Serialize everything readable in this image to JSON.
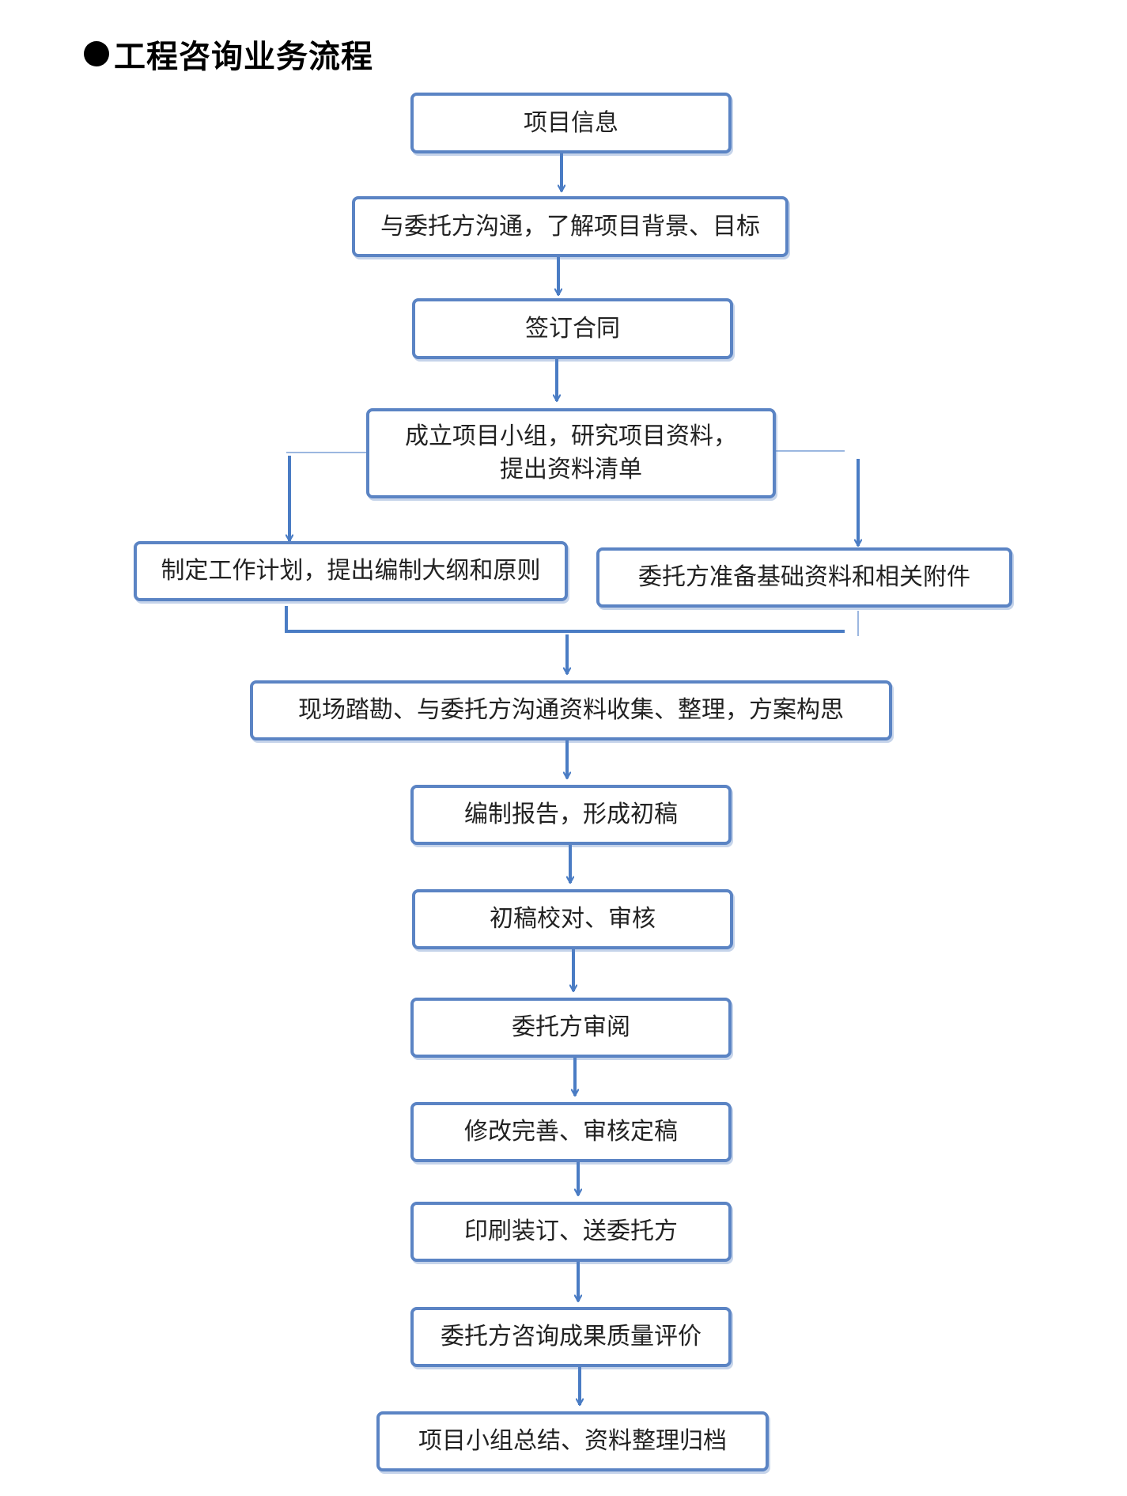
{
  "title": "工程咨询业务流程",
  "colors": {
    "box_border": "#5b84c4",
    "arrow": "#4a7cc4",
    "text": "#222222"
  },
  "nodes": [
    {
      "id": "n1",
      "label": "项目信息"
    },
    {
      "id": "n2",
      "label": "与委托方沟通，了解项目背景、目标"
    },
    {
      "id": "n3",
      "label": "签订合同"
    },
    {
      "id": "n4",
      "label": "成立项目小组，研究项目资料，\n提出资料清单"
    },
    {
      "id": "n5",
      "label": "制定工作计划，提出编制大纲和原则"
    },
    {
      "id": "n6",
      "label": "委托方准备基础资料和相关附件"
    },
    {
      "id": "n7",
      "label": "现场踏勘、与委托方沟通资料收集、整理，方案构思"
    },
    {
      "id": "n8",
      "label": "编制报告，形成初稿"
    },
    {
      "id": "n9",
      "label": "初稿校对、审核"
    },
    {
      "id": "n10",
      "label": "委托方审阅"
    },
    {
      "id": "n11",
      "label": "修改完善、审核定稿"
    },
    {
      "id": "n12",
      "label": "印刷装订、送委托方"
    },
    {
      "id": "n13",
      "label": "委托方咨询成果质量评价"
    },
    {
      "id": "n14",
      "label": "项目小组总结、资料整理归档"
    }
  ],
  "edges": [
    {
      "from": "n1",
      "to": "n2"
    },
    {
      "from": "n2",
      "to": "n3"
    },
    {
      "from": "n3",
      "to": "n4"
    },
    {
      "from": "n4",
      "to": "n5"
    },
    {
      "from": "n4",
      "to": "n6"
    },
    {
      "from": "n5",
      "to": "n7"
    },
    {
      "from": "n6",
      "to": "n7"
    },
    {
      "from": "n7",
      "to": "n8"
    },
    {
      "from": "n8",
      "to": "n9"
    },
    {
      "from": "n9",
      "to": "n10"
    },
    {
      "from": "n10",
      "to": "n11"
    },
    {
      "from": "n11",
      "to": "n12"
    },
    {
      "from": "n12",
      "to": "n13"
    },
    {
      "from": "n13",
      "to": "n14"
    }
  ]
}
